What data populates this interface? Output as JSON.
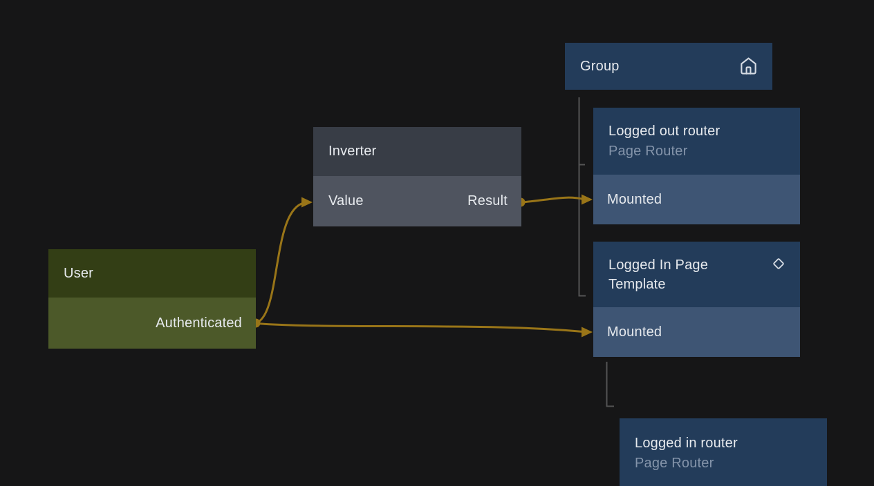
{
  "colors": {
    "background": "#161617",
    "edge_gold": "#997518",
    "tree_line": "#545454",
    "blue_header": "#233c5a",
    "blue_body": "#3e5574",
    "green_header": "#333e15",
    "green_body": "#4c5929",
    "gray_header": "#383d46",
    "gray_body": "#4f545f",
    "title_text": "#e7eaee",
    "subtitle_text": "#8494aa",
    "icon": "#d5dbe3"
  },
  "nodes": {
    "user": {
      "title": "User",
      "output": "Authenticated"
    },
    "inverter": {
      "title": "Inverter",
      "input": "Value",
      "output": "Result"
    },
    "group": {
      "title": "Group",
      "icon": "home-icon"
    },
    "logged_out_router": {
      "title": "Logged out router",
      "subtitle": "Page Router",
      "port": "Mounted"
    },
    "logged_in_page_template": {
      "title": "Logged In Page Template",
      "port": "Mounted",
      "icon": "diamond-icon"
    },
    "logged_in_router": {
      "title": "Logged in router",
      "subtitle": "Page Router"
    }
  },
  "edges": [
    {
      "from": "user.Authenticated",
      "to": "inverter.Value"
    },
    {
      "from": "user.Authenticated",
      "to": "logged_in_page_template.Mounted"
    },
    {
      "from": "inverter.Result",
      "to": "logged_out_router.Mounted"
    }
  ],
  "hierarchy": [
    {
      "parent": "group",
      "child": "logged_out_router"
    },
    {
      "parent": "group",
      "child": "logged_in_page_template"
    },
    {
      "parent": "logged_in_page_template.Mounted",
      "child": "logged_in_router"
    }
  ]
}
